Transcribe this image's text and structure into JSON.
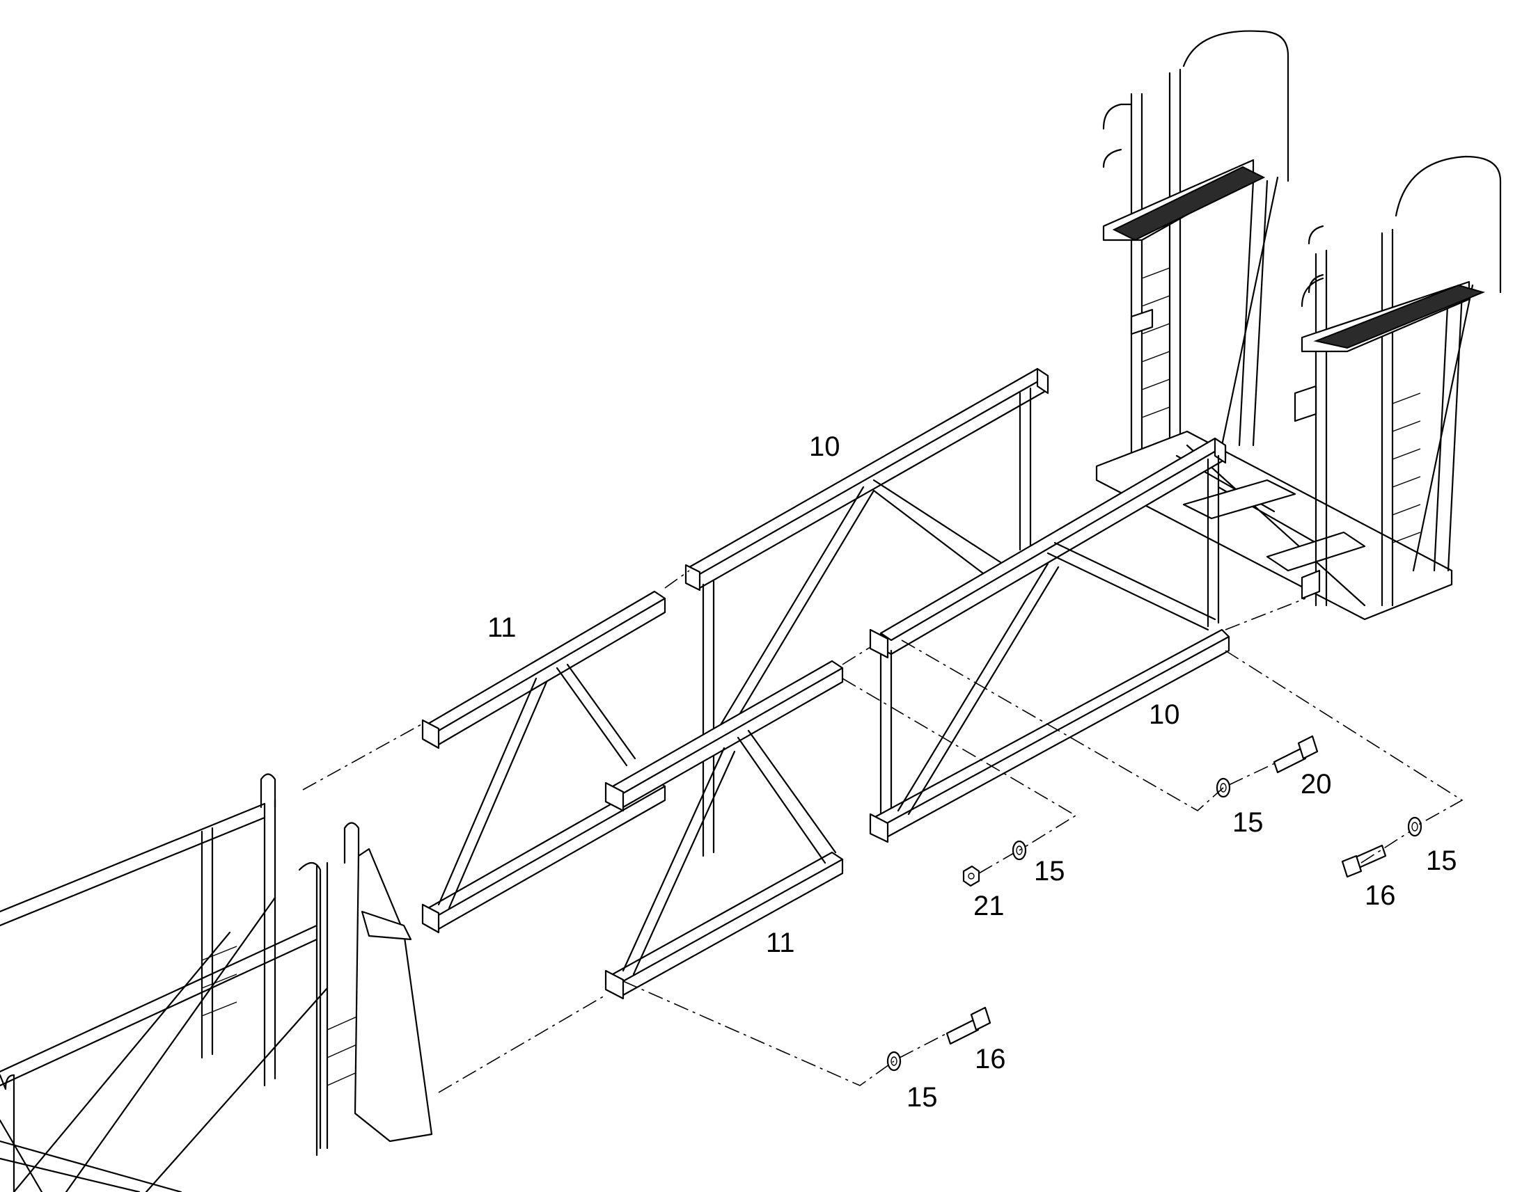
{
  "callouts": {
    "frame_upper_10": "10",
    "frame_lower_10": "10",
    "frame_upper_11": "11",
    "frame_lower_11": "11",
    "bolt_20": "20",
    "washer_15_a": "15",
    "washer_15_b": "15",
    "washer_15_c": "15",
    "washer_15_d": "15",
    "nut_21": "21",
    "bolt_16_a": "16",
    "bolt_16_b": "16"
  }
}
